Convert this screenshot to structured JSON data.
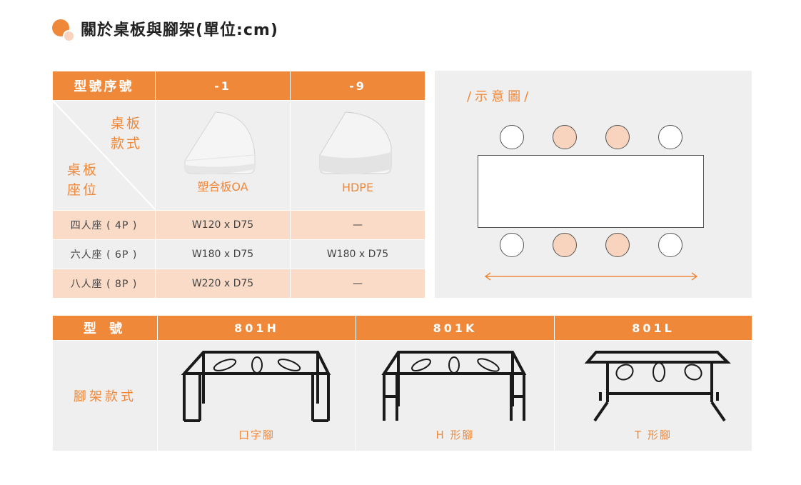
{
  "title": "關於桌板與腳架(單位:cm)",
  "spec_table": {
    "header": [
      "型號序號",
      "-1",
      "-9"
    ],
    "corner_top": [
      "桌板",
      "款式"
    ],
    "corner_bottom": [
      "桌板",
      "座位"
    ],
    "tops": [
      "塑合板OA",
      "HDPE"
    ],
    "rows": [
      {
        "label": "四人座 ( 4P )",
        "c1": "W120 x D75",
        "c2": "—"
      },
      {
        "label": "六人座 ( 6P )",
        "c1": "W180 x D75",
        "c2": "W180 x D75"
      },
      {
        "label": "八人座 ( 8P )",
        "c1": "W220 x D75",
        "c2": "—"
      }
    ]
  },
  "diagram": {
    "label": "/示意圖/",
    "seats_top": [
      "white",
      "peach",
      "peach",
      "white"
    ],
    "seats_bottom": [
      "white",
      "peach",
      "peach",
      "white"
    ]
  },
  "frames_table": {
    "header": [
      "型 號",
      "801H",
      "801K",
      "801L"
    ],
    "side_label": "腳架款式",
    "captions": [
      "口字腳",
      "H 形腳",
      "T 形腳"
    ]
  },
  "colors": {
    "accent": "#f0883a",
    "peach": "#f8d3bd",
    "gray": "#efefef"
  }
}
